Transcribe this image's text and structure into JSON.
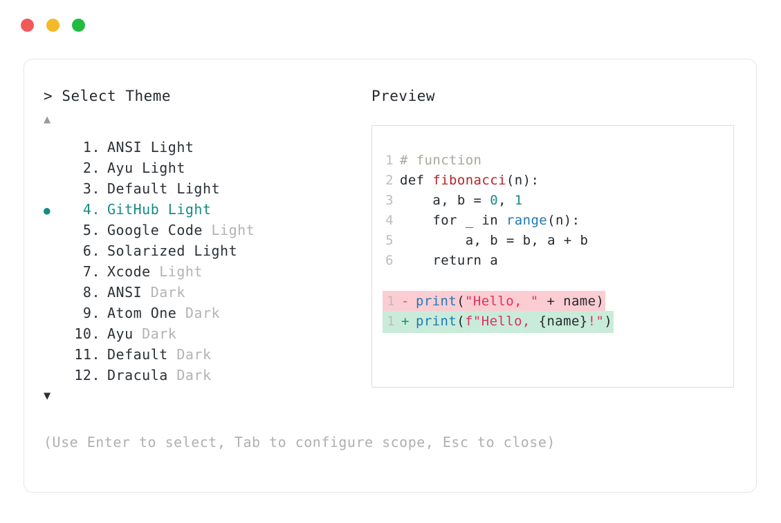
{
  "window": {
    "dots": [
      {
        "name": "close-dot",
        "color": "#f1595b"
      },
      {
        "name": "minimize-dot",
        "color": "#f5b928"
      },
      {
        "name": "maximize-dot",
        "color": "#22bb40"
      }
    ]
  },
  "picker": {
    "prompt_marker": ">",
    "title": "Select Theme",
    "scroll_up_icon": "▲",
    "scroll_down_icon": "▼",
    "selected_index": 4,
    "selection_bullet": "●",
    "items": [
      {
        "number": "1.",
        "name": "ANSI Light",
        "suffix": "",
        "selected": false
      },
      {
        "number": "2.",
        "name": "Ayu Light",
        "suffix": "",
        "selected": false
      },
      {
        "number": "3.",
        "name": "Default Light",
        "suffix": "",
        "selected": false
      },
      {
        "number": "4.",
        "name": "GitHub Light",
        "suffix": "",
        "selected": true
      },
      {
        "number": "5.",
        "name": "Google Code",
        "suffix": " Light",
        "selected": false
      },
      {
        "number": "6.",
        "name": "Solarized Light",
        "suffix": "",
        "selected": false
      },
      {
        "number": "7.",
        "name": "Xcode",
        "suffix": " Light",
        "selected": false
      },
      {
        "number": "8.",
        "name": "ANSI",
        "suffix": " Dark",
        "selected": false
      },
      {
        "number": "9.",
        "name": "Atom One",
        "suffix": " Dark",
        "selected": false
      },
      {
        "number": "10.",
        "name": "Ayu",
        "suffix": " Dark",
        "selected": false
      },
      {
        "number": "11.",
        "name": "Default",
        "suffix": " Dark",
        "selected": false
      },
      {
        "number": "12.",
        "name": "Dracula",
        "suffix": " Dark",
        "selected": false
      }
    ],
    "hint": "(Use Enter to select, Tab to configure scope, Esc to close)"
  },
  "preview": {
    "label": "Preview",
    "code_lines": [
      {
        "number": "1",
        "tokens": [
          {
            "text": "# function",
            "type": "comment"
          }
        ]
      },
      {
        "number": "2",
        "tokens": [
          {
            "text": "def ",
            "type": "kw"
          },
          {
            "text": "fibonacci",
            "type": "fn"
          },
          {
            "text": "(n):",
            "type": "plain"
          }
        ]
      },
      {
        "number": "3",
        "tokens": [
          {
            "text": "    a, b = ",
            "type": "plain"
          },
          {
            "text": "0",
            "type": "num"
          },
          {
            "text": ", ",
            "type": "plain"
          },
          {
            "text": "1",
            "type": "num"
          }
        ]
      },
      {
        "number": "4",
        "tokens": [
          {
            "text": "    for _ in ",
            "type": "plain"
          },
          {
            "text": "range",
            "type": "builtin"
          },
          {
            "text": "(n):",
            "type": "plain"
          }
        ]
      },
      {
        "number": "5",
        "tokens": [
          {
            "text": "        a, b = b, a + b",
            "type": "plain"
          }
        ]
      },
      {
        "number": "6",
        "tokens": [
          {
            "text": "    return a",
            "type": "plain"
          }
        ]
      }
    ],
    "diff_lines": [
      {
        "number": "1",
        "sign": "-",
        "kind": "del",
        "tokens": [
          {
            "text": "print",
            "type": "builtin"
          },
          {
            "text": "(",
            "type": "plain"
          },
          {
            "text": "\"Hello, \"",
            "type": "str"
          },
          {
            "text": " + name)",
            "type": "plain"
          }
        ]
      },
      {
        "number": "1",
        "sign": "+",
        "kind": "add",
        "tokens": [
          {
            "text": "print",
            "type": "builtin"
          },
          {
            "text": "(",
            "type": "plain"
          },
          {
            "text": "f\"Hello, ",
            "type": "str"
          },
          {
            "text": "{name}",
            "type": "plain"
          },
          {
            "text": "!\"",
            "type": "str"
          },
          {
            "text": ")",
            "type": "plain"
          }
        ]
      }
    ]
  },
  "colors": {
    "accent_teal": "#158b86",
    "diff_del_bg": "#fbcdd2",
    "diff_add_bg": "#c8ecd9",
    "string": "#e0315e",
    "function": "#b5232a",
    "builtin": "#1f78b4",
    "comment": "#a7a79c",
    "text": "#24292e",
    "dim": "#b3b3b3"
  }
}
